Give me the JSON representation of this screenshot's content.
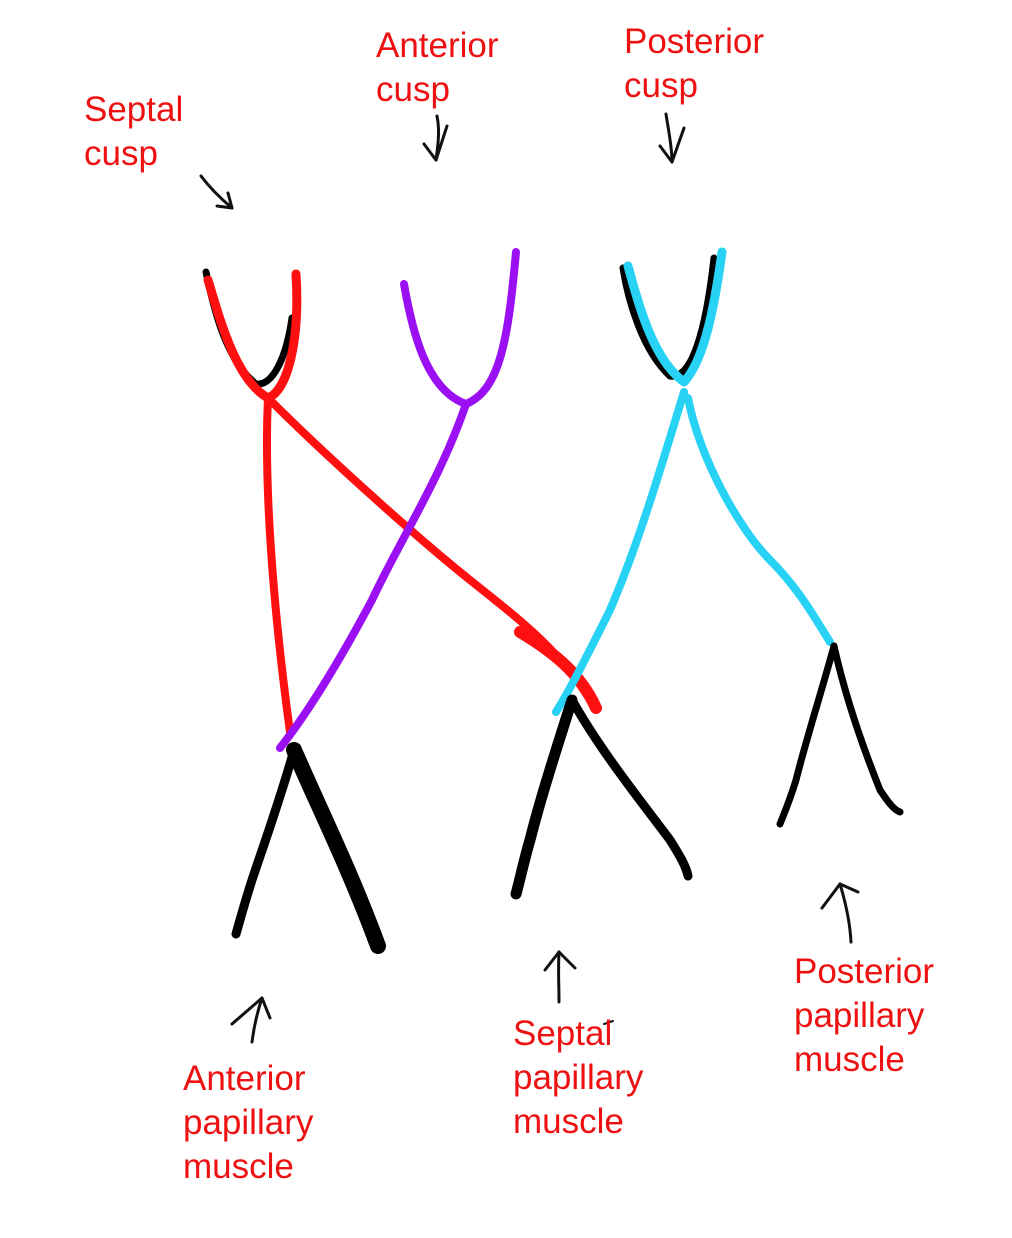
{
  "colors": {
    "label_text": "#ee1111",
    "arrows": "#111111",
    "septal": "#ff1010",
    "anterior": "#9a10f2",
    "posterior": "#28d2f5",
    "muscle": "#000000",
    "background": "#ffffff"
  },
  "labels": {
    "septal_cusp": [
      "Septal",
      "cusp"
    ],
    "anterior_cusp": [
      "Anterior",
      "cusp"
    ],
    "posterior_cusp": [
      "Posterior",
      "cusp"
    ],
    "anterior_papillary_muscle": [
      "Anterior",
      "papillary",
      "muscle"
    ],
    "septal_papillary_muscle": [
      "Septal",
      "papillary",
      "muscle"
    ],
    "posterior_papillary_muscle": [
      "Posterior",
      "papillary",
      "muscle"
    ]
  }
}
